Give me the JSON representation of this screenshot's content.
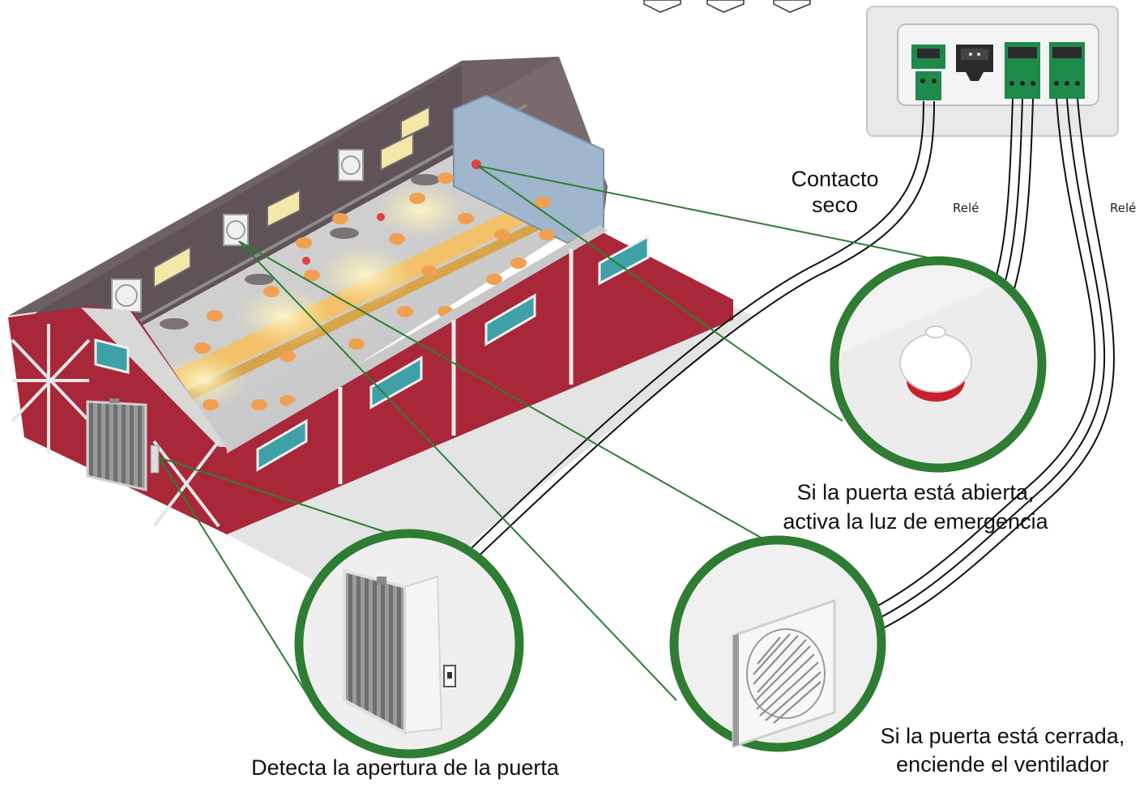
{
  "labels": {
    "dry_contact_line1": "Contacto",
    "dry_contact_line2": "seco",
    "relay_1": "Relé",
    "relay_2": "Relé",
    "light_line1": "Si la puerta está abierta,",
    "light_line2": "activa la luz de emergencia",
    "door": "Detecta la apertura de la puerta",
    "fan_line1": "Si la puerta está cerrada,",
    "fan_line2": "enciende el ventilador"
  },
  "colors": {
    "barn_red": "#a8283a",
    "barn_roof": "#7a6a6d",
    "callout_green": "#2e7d32",
    "connector_green": "#1e8a4a",
    "light_yellow": "#f5e7a8",
    "chicken_orange": "#f0a050"
  },
  "icons": [
    "controller-box",
    "door-sensor",
    "emergency-light",
    "fan",
    "barn"
  ]
}
